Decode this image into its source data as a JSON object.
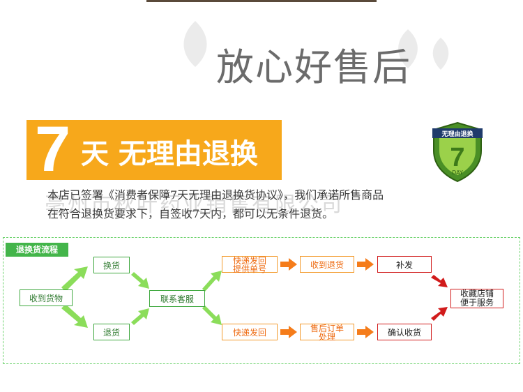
{
  "heading": "放心好售后",
  "banner": {
    "number": "7",
    "text": "天 无理由退换"
  },
  "badge": {
    "top_label": "无理由退换",
    "number": "7",
    "unit": "DAY"
  },
  "notice": {
    "line1": "本店已签署《消费者保障7天无理由退换货协议》，我们承诺所售商品",
    "line2": "在符合退换货要求下，自签收7天内，都可以无条件退货。"
  },
  "watermark": "亳州市秋叶药业销售有限公司",
  "flow": {
    "title": "退换货流程",
    "receive": "收到货物",
    "exchange": "换货",
    "return": "退货",
    "contact": "联系客服",
    "express_return_provide_1": "快递发回",
    "express_return_provide_2": "提供单号",
    "receive_returned": "收到退货",
    "reissue": "补发",
    "express_return": "快递发回",
    "aftersale_order_1": "售后订单",
    "aftersale_order_2": "处理",
    "confirm_receipt": "确认收货",
    "favorite_1": "收藏店铺",
    "favorite_2": "便于服务"
  },
  "colors": {
    "orange": "#f7a81b",
    "green": "#43b54a",
    "red": "#d11b1b"
  },
  "icons": [
    "leaf-icon",
    "shield-badge-icon",
    "arrow-icon"
  ]
}
